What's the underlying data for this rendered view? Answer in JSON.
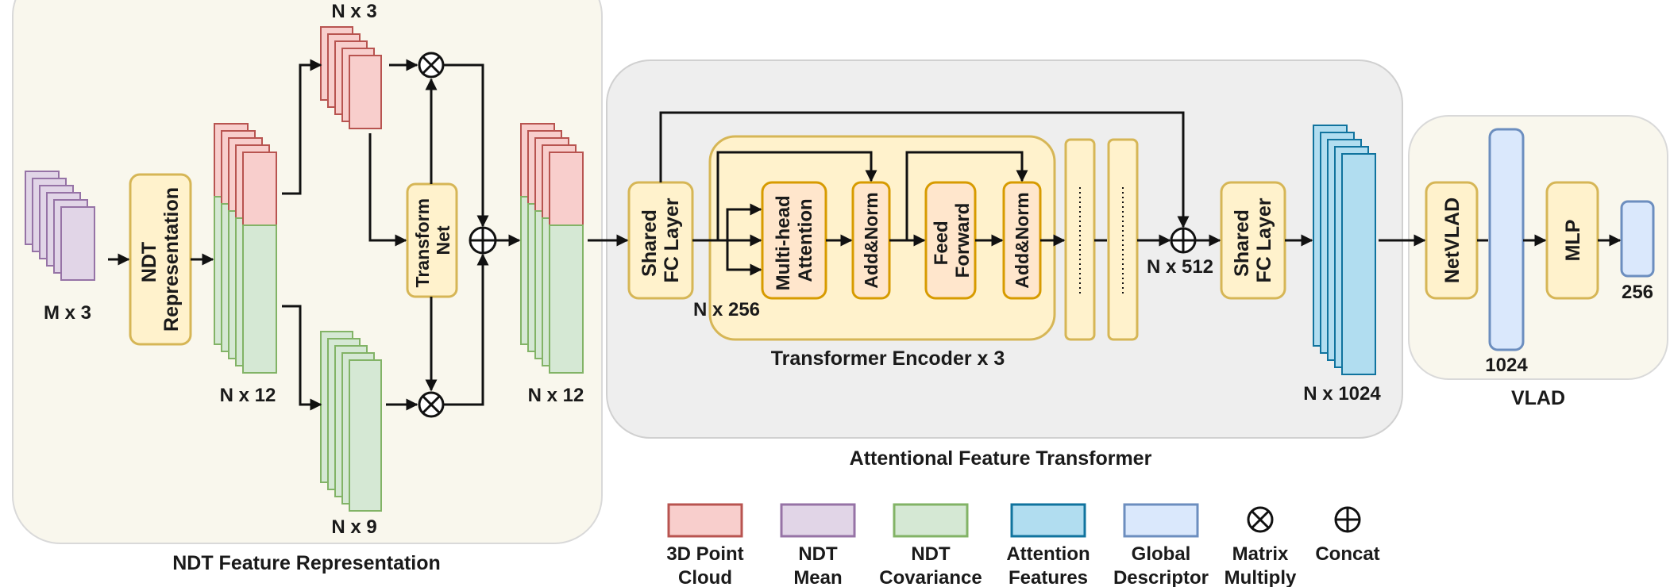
{
  "sections": {
    "ndt": "NDT Feature Representation",
    "transformer": "Attentional Feature Transformer",
    "vlad": "VLAD"
  },
  "blocks": {
    "ndt_representation": [
      "NDT",
      "Representation"
    ],
    "transform_net": [
      "Transform",
      "Net"
    ],
    "shared_fc_1": [
      "Shared",
      "FC Layer"
    ],
    "multi_head_attention": [
      "Multi-head",
      "Attention"
    ],
    "add_norm_1": "Add&Norm",
    "feed_forward": [
      "Feed",
      "Forward"
    ],
    "add_norm_2": "Add&Norm",
    "transformer_encoder": "Transformer Encoder x 3",
    "shared_fc_2": [
      "Shared",
      "FC Layer"
    ],
    "netvlad": "NetVLAD",
    "mlp": "MLP"
  },
  "dims": {
    "m3": "M x 3",
    "n3": "N x 3",
    "n12_a": "N x 12",
    "n9": "N x 9",
    "n12_b": "N x 12",
    "n256": "N x 256",
    "n512": "N x 512",
    "n1024": "N x 1024",
    "d1024": "1024",
    "d256": "256"
  },
  "legend": [
    {
      "name": "legend-point-cloud",
      "kind": "swatch",
      "fill": "#f8cecc",
      "stroke": "#b85450",
      "label": [
        "3D Point",
        "Cloud"
      ]
    },
    {
      "name": "legend-ndt-mean",
      "kind": "swatch",
      "fill": "#e1d5e7",
      "stroke": "#9673a6",
      "label": [
        "NDT",
        "Mean"
      ]
    },
    {
      "name": "legend-ndt-covariance",
      "kind": "swatch",
      "fill": "#d5e8d4",
      "stroke": "#82b366",
      "label": [
        "NDT",
        "Covariance"
      ]
    },
    {
      "name": "legend-attention-features",
      "kind": "swatch",
      "fill": "#b1ddf0",
      "stroke": "#10739e",
      "label": [
        "Attention",
        "Features"
      ]
    },
    {
      "name": "legend-global-descriptor",
      "kind": "swatch",
      "fill": "#dae8fc",
      "stroke": "#6c8ebf",
      "label": [
        "Global",
        "Descriptor"
      ]
    },
    {
      "name": "legend-matrix-multiply",
      "kind": "multiply",
      "label": [
        "Matrix",
        "Multiply"
      ]
    },
    {
      "name": "legend-concat",
      "kind": "concat",
      "label": [
        "Concat",
        ""
      ]
    }
  ],
  "colors": {
    "point_cloud_fill": "#f8cecc",
    "point_cloud_stroke": "#b85450",
    "mean_fill": "#e1d5e7",
    "mean_stroke": "#9673a6",
    "cov_fill": "#d5e8d4",
    "cov_stroke": "#82b366",
    "attn_fill": "#b1ddf0",
    "attn_stroke": "#10739e",
    "global_fill": "#dae8fc",
    "global_stroke": "#6c8ebf",
    "block_fill": "#fff2cc",
    "block_stroke": "#d6b656",
    "orange_fill": "#ffe6cc",
    "orange_stroke": "#d79b00",
    "panel_cream": "#f9f7ed",
    "panel_gray": "#eeeeee"
  }
}
